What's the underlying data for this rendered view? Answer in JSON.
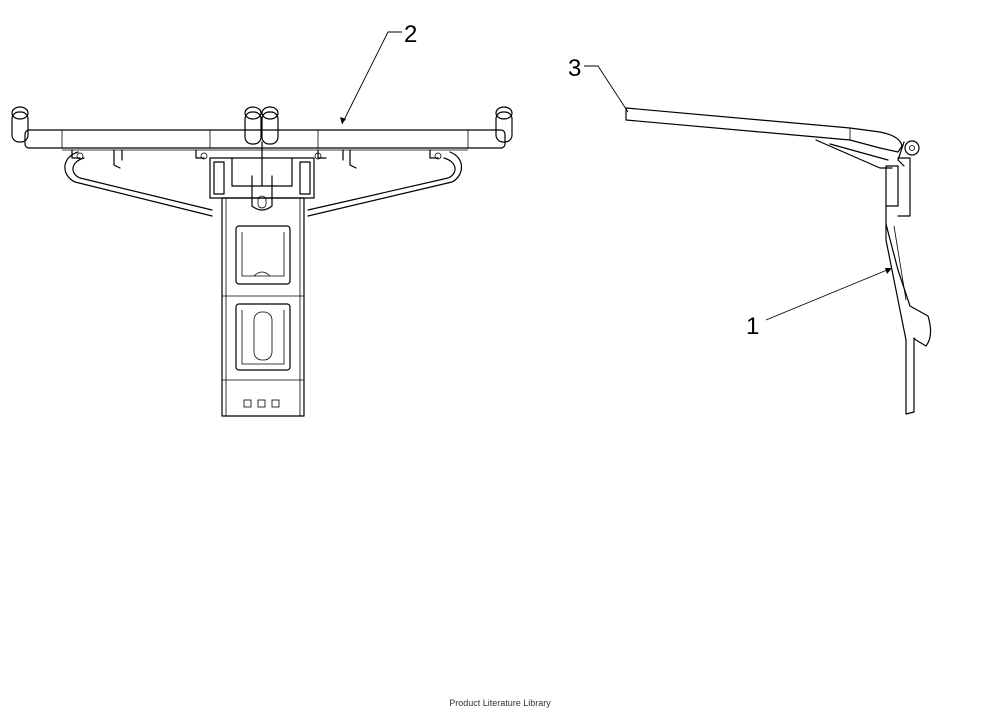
{
  "callouts": [
    {
      "number": "2",
      "part": "front-view-frame"
    },
    {
      "number": "3",
      "part": "side-view-arm"
    },
    {
      "number": "1",
      "part": "side-view-bracket"
    }
  ],
  "footer_text": "Product Literature Library"
}
